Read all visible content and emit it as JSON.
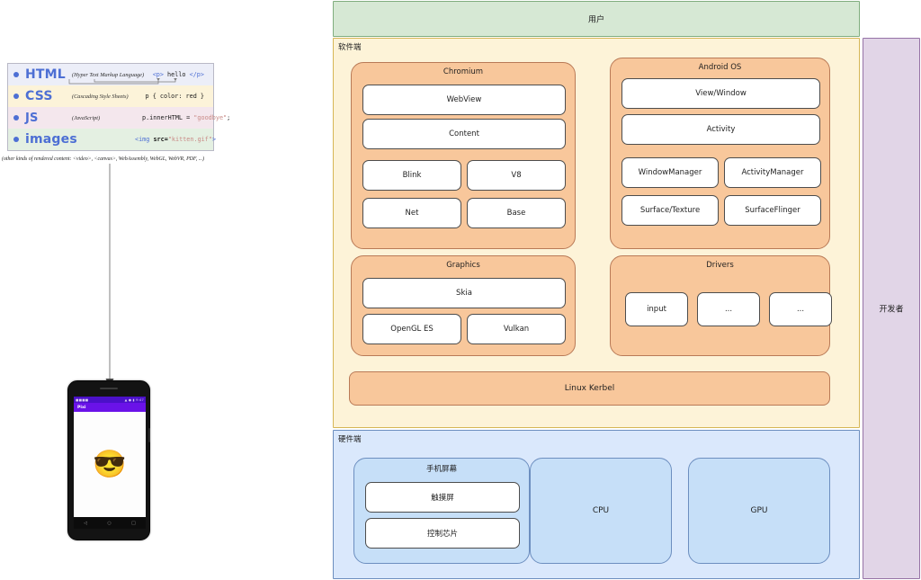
{
  "web_legend": {
    "rows": [
      {
        "name": "HTML",
        "full": "(Hyper Text Markup Language)",
        "code_open": "<p>",
        "code_mid": " hello ",
        "code_close": "</p>",
        "bg": "#eceef8"
      },
      {
        "name": "CSS",
        "full": "(Cascading Style Sheets)",
        "code": "p { color: red }",
        "bg": "#fcf3d9"
      },
      {
        "name": "JS",
        "full": "(JavaScript)",
        "code_prefix": "p.innerHTML = ",
        "code_string": "\"goodbye\"",
        "code_suffix": ";",
        "bg": "#f4e7ed"
      },
      {
        "name": "images",
        "full": "",
        "code_tag": "<img",
        "code_attr": " src=",
        "code_string": "\"kitten.gif\"",
        "code_suffix": ">",
        "bg": "#e4f0e2"
      }
    ],
    "footnote": "(other kinds of rendered content: <video>, <canvas>, WebAssembly, WebGL, WebVR, PDF, ...)"
  },
  "phone": {
    "status_left": "■■■■",
    "status_right": "▲ ● ▮ 9:47",
    "app_title": "Pixi",
    "emoji": "😎",
    "nav_back": "◁",
    "nav_home": "○",
    "nav_recent": "□"
  },
  "arch": {
    "bands": {
      "user": {
        "label": "用户",
        "color": "#d6e8d4"
      },
      "software": {
        "label": "软件端",
        "color": "#fdf3d8"
      },
      "hardware": {
        "label": "硬件端",
        "color": "#dae8fc"
      },
      "developer": {
        "label": "开发者",
        "color": "#e1d5e7"
      }
    },
    "groups": {
      "chromium": {
        "title": "Chromium",
        "cells": [
          "WebView",
          "Content",
          "Blink",
          "V8",
          "Net",
          "Base"
        ]
      },
      "android_os": {
        "title": "Android OS",
        "cells": [
          "View/Window",
          "Activity",
          "WindowManager",
          "ActivityManager",
          "Surface/Texture",
          "SurfaceFlinger"
        ]
      },
      "graphics": {
        "title": "Graphics",
        "cells": [
          "Skia",
          "OpenGL ES",
          "Vulkan"
        ]
      },
      "drivers": {
        "title": "Drivers",
        "cells": [
          "input",
          "...",
          "..."
        ]
      },
      "kernel": {
        "title": "Linux Kerbel"
      },
      "phone_screen": {
        "title": "手机屏幕",
        "cells": [
          "触摸屏",
          "控制芯片"
        ]
      },
      "cpu": {
        "title": "CPU"
      },
      "gpu": {
        "title": "GPU"
      }
    }
  }
}
